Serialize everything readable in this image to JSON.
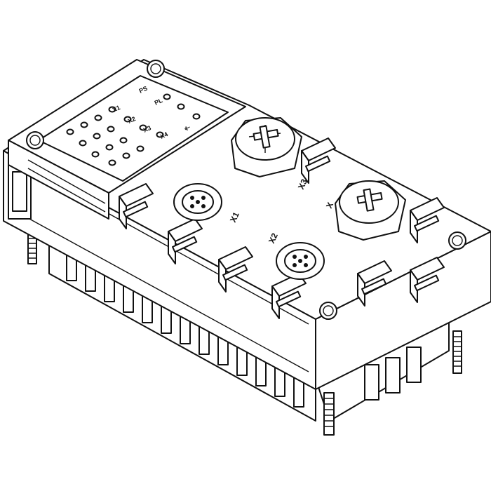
{
  "colors": {
    "line": "#111111",
    "fill": "#ffffff"
  },
  "connector_labels": {
    "x1": "X1",
    "x2": "X2",
    "x3": "X3",
    "x4_partial": "X"
  },
  "led_labels": {
    "ps": "PS",
    "pl": "PL",
    "x1": "X1",
    "x2": "X2",
    "x3": "X3",
    "x4": "X4",
    "earth": "⏚"
  }
}
